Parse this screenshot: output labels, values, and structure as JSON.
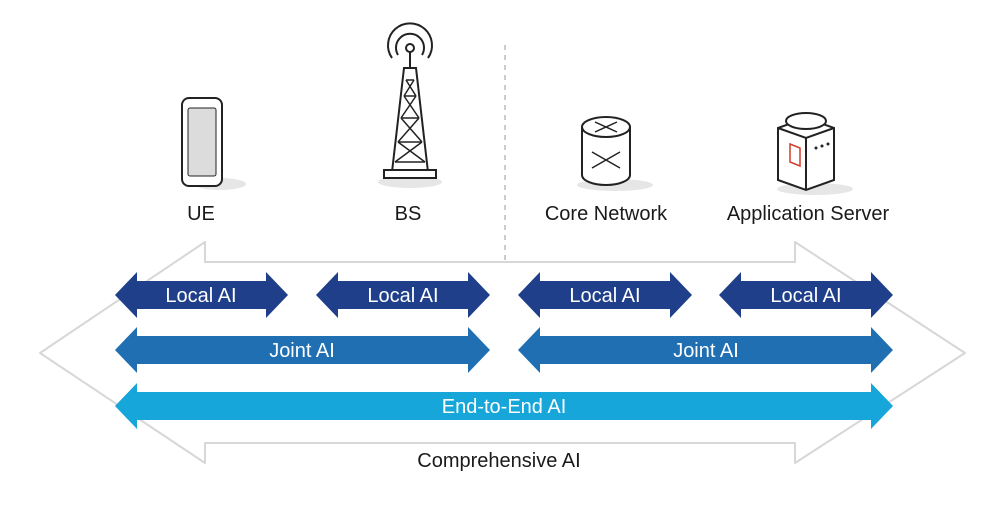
{
  "nodes": {
    "ue": "UE",
    "bs": "BS",
    "core_network": "Core Network",
    "application_server": "Application Server"
  },
  "arrows": {
    "local_ai_1": "Local AI",
    "local_ai_2": "Local AI",
    "local_ai_3": "Local AI",
    "local_ai_4": "Local AI",
    "joint_ai_left": "Joint AI",
    "joint_ai_right": "Joint AI",
    "end_to_end": "End-to-End AI",
    "comprehensive": "Comprehensive AI"
  },
  "colors": {
    "local": "#1f3f8a",
    "joint": "#1f6fb2",
    "end_to_end": "#16a6d9",
    "outline": "#d7d7d7",
    "divider": "#bbbbbb",
    "accent_red": "#d33b2c"
  },
  "icons": {
    "ue": "smartphone-icon",
    "bs": "cell-tower-icon",
    "core_network": "router-icon",
    "application_server": "server-icon"
  }
}
